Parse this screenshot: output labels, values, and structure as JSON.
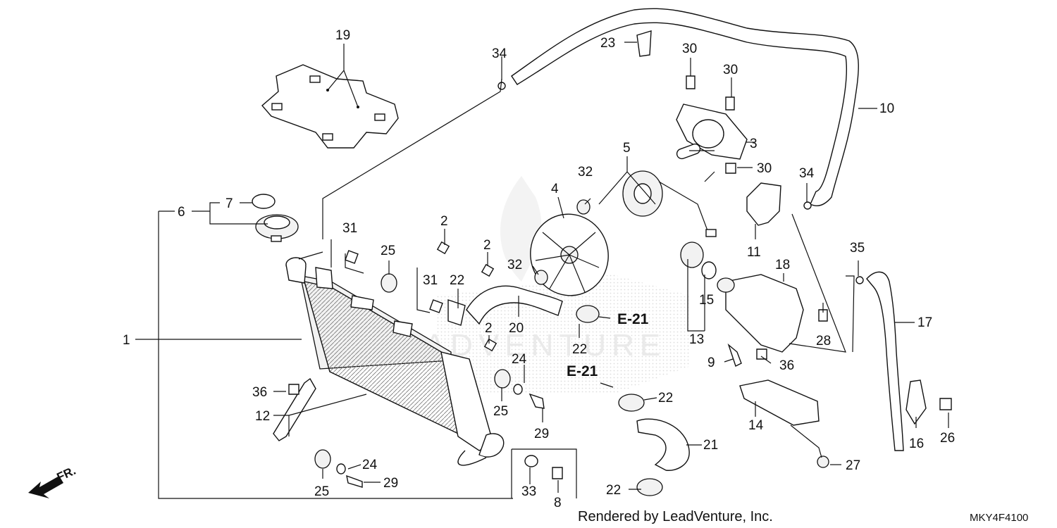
{
  "diagram": {
    "labels": [
      {
        "id": "p1",
        "text": "1"
      },
      {
        "id": "p2a",
        "text": "2"
      },
      {
        "id": "p2b",
        "text": "2"
      },
      {
        "id": "p2c",
        "text": "2"
      },
      {
        "id": "p3",
        "text": "3"
      },
      {
        "id": "p4",
        "text": "4"
      },
      {
        "id": "p5",
        "text": "5"
      },
      {
        "id": "p6",
        "text": "6"
      },
      {
        "id": "p7",
        "text": "7"
      },
      {
        "id": "p8",
        "text": "8"
      },
      {
        "id": "p9",
        "text": "9"
      },
      {
        "id": "p10",
        "text": "10"
      },
      {
        "id": "p11",
        "text": "11"
      },
      {
        "id": "p12",
        "text": "12"
      },
      {
        "id": "p13",
        "text": "13"
      },
      {
        "id": "p14",
        "text": "14"
      },
      {
        "id": "p15",
        "text": "15"
      },
      {
        "id": "p16",
        "text": "16"
      },
      {
        "id": "p17",
        "text": "17"
      },
      {
        "id": "p18",
        "text": "18"
      },
      {
        "id": "p19",
        "text": "19"
      },
      {
        "id": "p20",
        "text": "20"
      },
      {
        "id": "p21",
        "text": "21"
      },
      {
        "id": "p22a",
        "text": "22"
      },
      {
        "id": "p22b",
        "text": "22"
      },
      {
        "id": "p22c",
        "text": "22"
      },
      {
        "id": "p22d",
        "text": "22"
      },
      {
        "id": "p23",
        "text": "23"
      },
      {
        "id": "p24a",
        "text": "24"
      },
      {
        "id": "p24b",
        "text": "24"
      },
      {
        "id": "p25a",
        "text": "25"
      },
      {
        "id": "p25b",
        "text": "25"
      },
      {
        "id": "p25c",
        "text": "25"
      },
      {
        "id": "p26",
        "text": "26"
      },
      {
        "id": "p27",
        "text": "27"
      },
      {
        "id": "p28",
        "text": "28"
      },
      {
        "id": "p29a",
        "text": "29"
      },
      {
        "id": "p29b",
        "text": "29"
      },
      {
        "id": "p30a",
        "text": "30"
      },
      {
        "id": "p30b",
        "text": "30"
      },
      {
        "id": "p30c",
        "text": "30"
      },
      {
        "id": "p31a",
        "text": "31"
      },
      {
        "id": "p31b",
        "text": "31"
      },
      {
        "id": "p32a",
        "text": "32"
      },
      {
        "id": "p32b",
        "text": "32"
      },
      {
        "id": "p33",
        "text": "33"
      },
      {
        "id": "p34a",
        "text": "34"
      },
      {
        "id": "p34b",
        "text": "34"
      },
      {
        "id": "p35",
        "text": "35"
      },
      {
        "id": "p36a",
        "text": "36"
      },
      {
        "id": "p36b",
        "text": "36"
      }
    ],
    "references": [
      {
        "id": "ref1",
        "text": "E-21"
      },
      {
        "id": "ref2",
        "text": "E-21"
      }
    ],
    "direction_label": "FR.",
    "watermark": "LEADVENTURE",
    "credit": "Rendered by LeadVenture, Inc.",
    "diagram_code": "MKY4F4100"
  }
}
